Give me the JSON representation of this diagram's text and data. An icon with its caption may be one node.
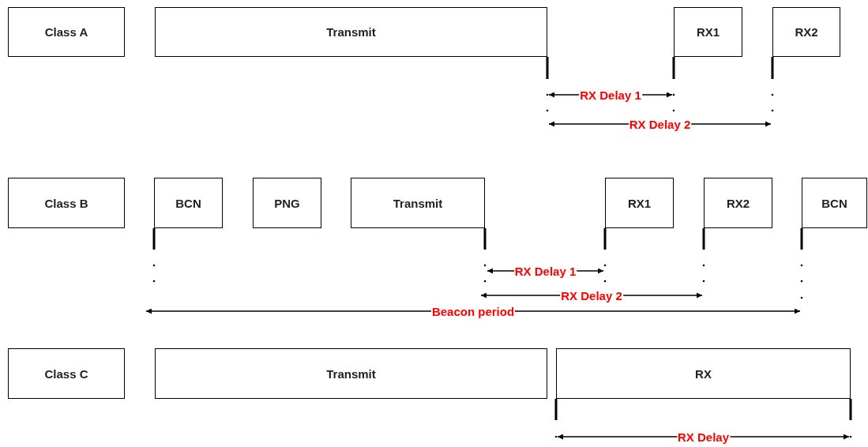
{
  "diagram": {
    "nodes": [
      {
        "text": [
          "Class A"
        ]
      },
      {
        "text": [
          "Transmit"
        ]
      },
      {
        "text": [
          "RX1"
        ]
      },
      {
        "text": [
          "RX2"
        ]
      },
      {
        "text": [
          "Class B"
        ]
      },
      {
        "text": [
          "BCN"
        ]
      },
      {
        "text": [
          "PNG"
        ]
      },
      {
        "text": [
          "Transmit"
        ]
      },
      {
        "text": [
          "RX1"
        ]
      },
      {
        "text": [
          "RX2"
        ]
      },
      {
        "text": [
          "BCN"
        ]
      },
      {
        "text": [
          "Class C"
        ]
      },
      {
        "text": [
          "Transmit"
        ]
      },
      {
        "text": [
          "RX"
        ]
      }
    ],
    "labels": [
      "RX Delay 1",
      "RX Delay 2",
      "RX Delay 1",
      "RX Delay 2",
      "Beacon period",
      "RX Delay"
    ]
  }
}
